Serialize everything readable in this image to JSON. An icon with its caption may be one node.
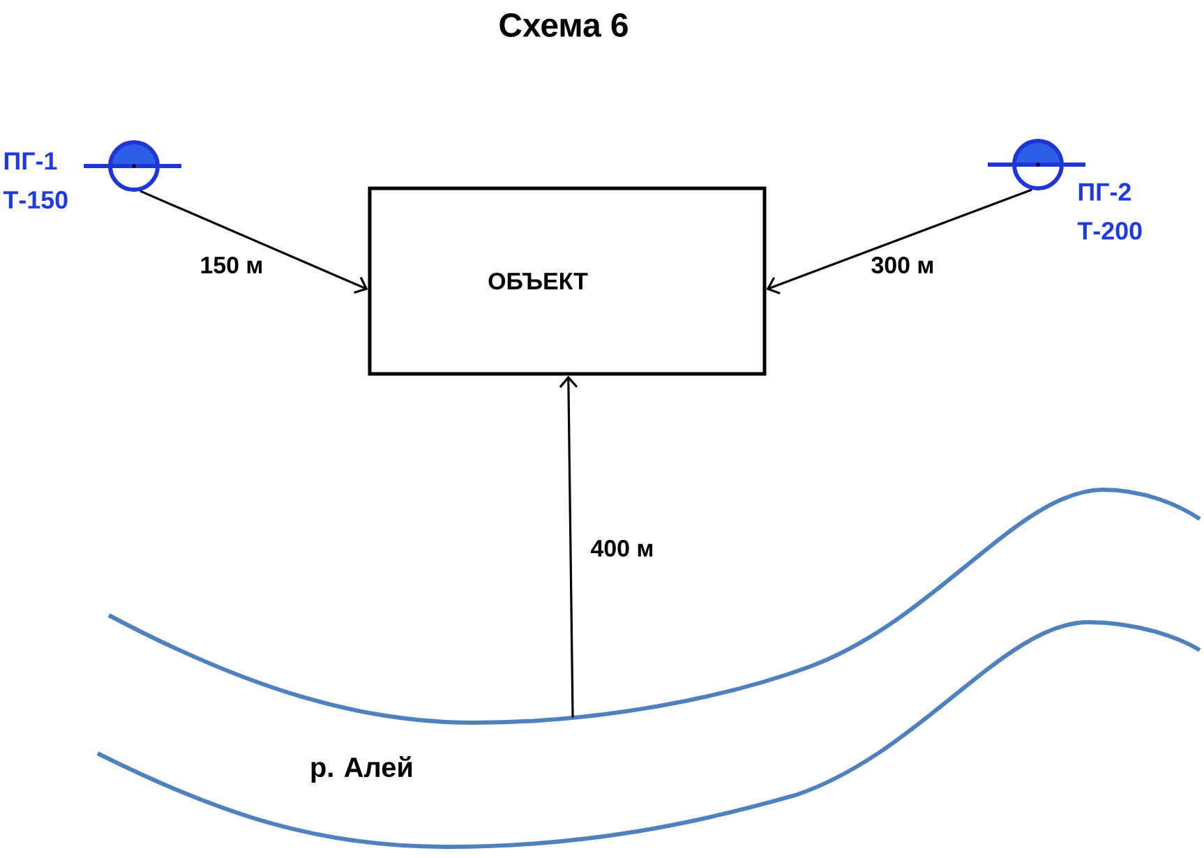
{
  "diagram": {
    "title": "Схема 6",
    "nodes": [
      {
        "text": [],
        "shape": "circle",
        "beside": [
          "ПГ-1 Т-150"
        ]
      },
      {
        "text": [
          "ОБЪЕКТ"
        ]
      },
      {
        "text": [],
        "shape": "circle",
        "beside": [
          "ПГ-2 Т-200"
        ]
      },
      {
        "text": [
          "р. Алей"
        ]
      }
    ],
    "edges": [
      {
        "from": 0,
        "to": 1,
        "arrow": "to",
        "label": "150 м"
      },
      {
        "from": 2,
        "to": 1,
        "arrow": "to",
        "label": "300 м"
      },
      {
        "from": 3,
        "to": 1,
        "arrow": "to",
        "label": "400 м"
      }
    ]
  }
}
